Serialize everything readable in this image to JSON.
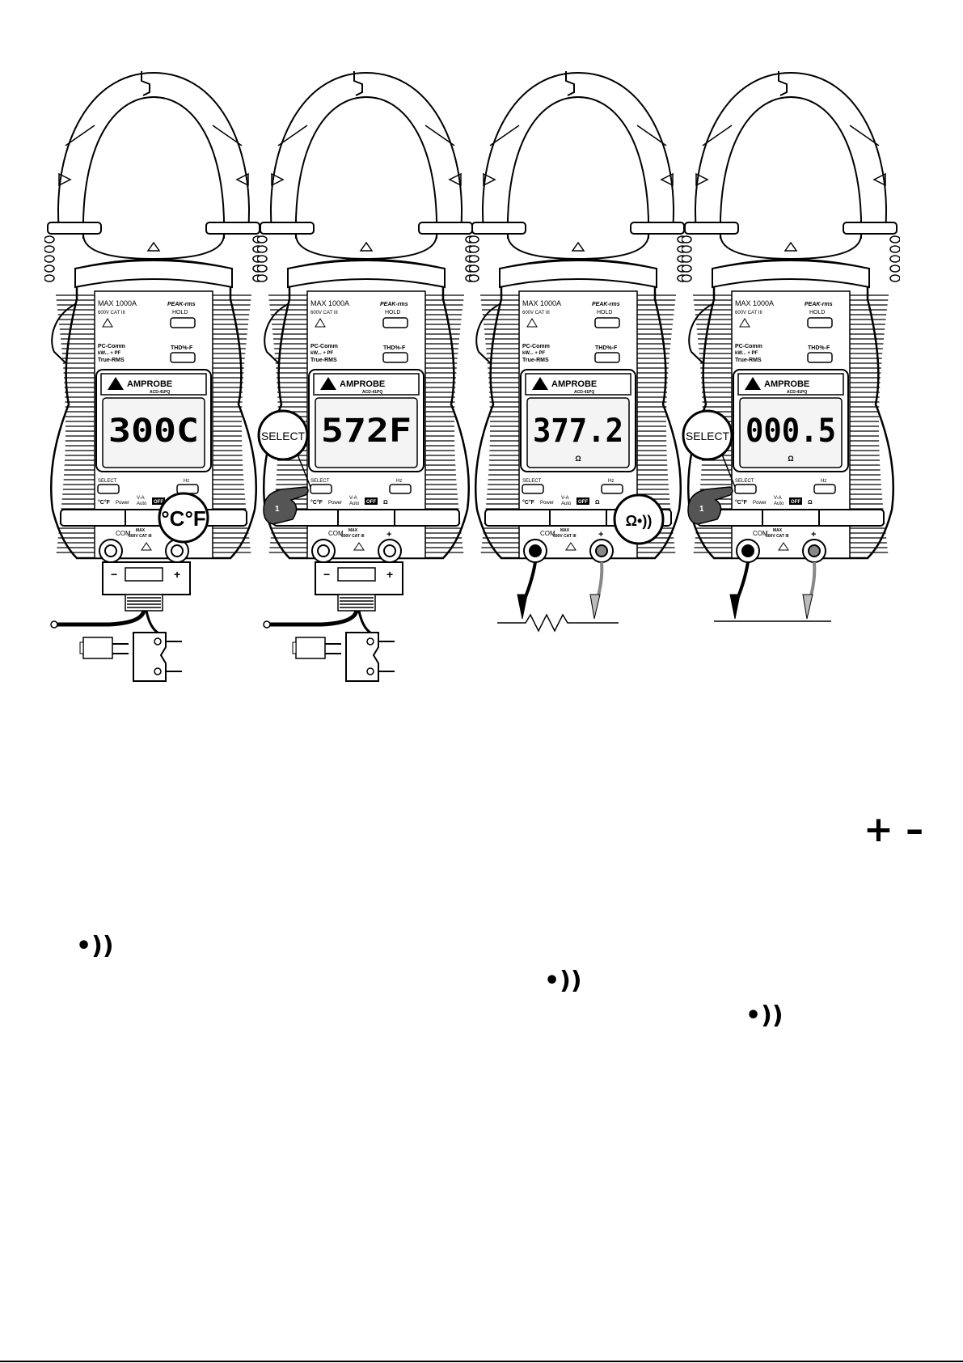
{
  "meters": [
    {
      "reading": "300C",
      "unit": "",
      "callout": {
        "kind": "temp",
        "text": "°C°F"
      },
      "show_finger": false,
      "finger_label": "",
      "select_label": "",
      "bottom": "thermocouple"
    },
    {
      "reading": "572F",
      "unit": "",
      "callout": {
        "kind": "select",
        "text": "SELECT"
      },
      "show_finger": true,
      "finger_label": "1",
      "select_label": "SELECT",
      "bottom": "thermocouple"
    },
    {
      "reading": "377.2",
      "unit": "Ω",
      "callout": {
        "kind": "ohm",
        "text": "Ω•))"
      },
      "show_finger": false,
      "finger_label": "",
      "select_label": "",
      "bottom": "resistor"
    },
    {
      "reading": "000.5",
      "unit": "Ω",
      "callout": {
        "kind": "select",
        "text": "SELECT"
      },
      "show_finger": true,
      "finger_label": "1",
      "select_label": "SELECT",
      "bottom": "short"
    }
  ],
  "meter_labels": {
    "brand": "AMPROBE",
    "model": "ACD-41PQ",
    "max_current": "MAX 1000A",
    "cat_rating": "600V CAT III",
    "peak": "PEAK-rms",
    "hold": "HOLD",
    "pc_comm": "PC-Comm",
    "kw_pf": "kW... + PF",
    "true_rms": "True-RMS",
    "thd": "THD%-F",
    "select_btn": "SELECT",
    "hz_btn": "Hz",
    "dial_temp": "°C°F",
    "dial_power": "Power",
    "dial_va": "V-A",
    "dial_auto": "Auto",
    "dial_off": "OFF",
    "dial_ohm": "Ω",
    "com": "COM",
    "max_small": "MAX",
    "cat_small": "600V CAT III",
    "plus": "+",
    "minus": "−"
  },
  "page_symbols": {
    "plus_minus": "+ –",
    "continuity_1": "•))",
    "continuity_2": "•))",
    "continuity_3": "•))"
  },
  "colors": {
    "ink": "#000000",
    "paper": "#ffffff",
    "lcd": "#f4f4f4"
  }
}
